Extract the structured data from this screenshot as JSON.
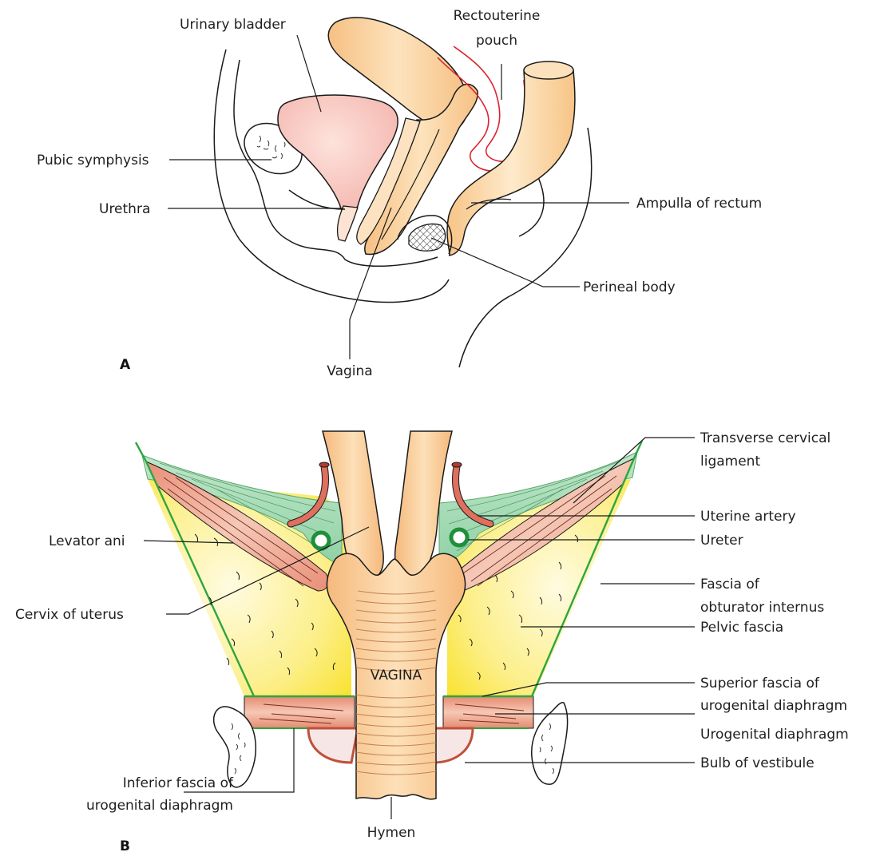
{
  "panel_a": {
    "letter": "A",
    "labels": {
      "urinary_bladder": "Urinary bladder",
      "rectouterine_pouch_line1": "Rectouterine",
      "rectouterine_pouch_line2": "pouch",
      "pubic_symphysis": "Pubic symphysis",
      "urethra": "Urethra",
      "ampulla_of_rectum": "Ampulla of rectum",
      "perineal_body": "Perineal body",
      "vagina": "Vagina"
    }
  },
  "panel_b": {
    "letter": "B",
    "vagina_inner_label": "VAGINA",
    "labels": {
      "transverse_cervical_line1": "Transverse cervical",
      "transverse_cervical_line2": "ligament",
      "uterine_artery": "Uterine artery",
      "ureter": "Ureter",
      "levator_ani": "Levator ani",
      "fascia_obturator_line1": "Fascia of",
      "fascia_obturator_line2": "obturator internus",
      "cervix_of_uterus": "Cervix of uterus",
      "pelvic_fascia": "Pelvic fascia",
      "superior_fascia_line1": "Superior fascia of",
      "superior_fascia_line2": "urogenital diaphragm",
      "urogenital_diaphragm": "Urogenital diaphragm",
      "bulb_of_vestibule": "Bulb of vestibule",
      "inferior_fascia_line1": "Inferior fascia of",
      "inferior_fascia_line2": "urogenital diaphragm",
      "hymen": "Hymen"
    }
  },
  "colors": {
    "bladder": "#f7c6c0",
    "uterus_vagina": "#f9cf9a",
    "rectum": "#f9d49f",
    "peritoneum": "#d9262f",
    "ligament_green": "#8ccfa3",
    "green_border": "#2fa53f",
    "pelvic_fat_yellow": "#fbe846",
    "levator_muscle": "#e9a08a",
    "diaphragm_muscle": "#e8957a",
    "artery": "#df6f5e",
    "bone": "#ffffff"
  }
}
